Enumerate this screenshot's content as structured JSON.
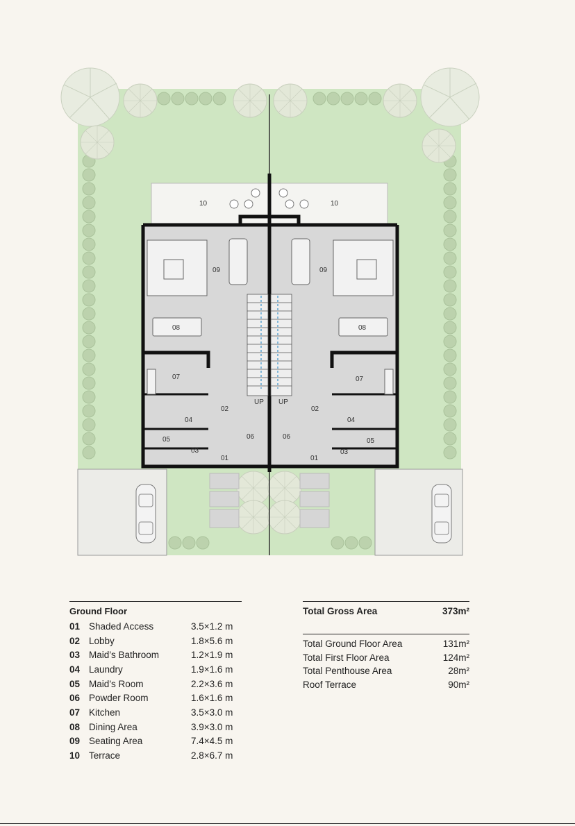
{
  "plan": {
    "room_tags": {
      "r01": "01",
      "r02": "02",
      "r03": "03",
      "r04": "04",
      "r05": "05",
      "r06": "06",
      "r07": "07",
      "r08": "08",
      "r09": "09",
      "r10": "10",
      "stair_up": "UP"
    },
    "colors": {
      "lawn": "#cfe6c2",
      "shrub": "#bcd2ad",
      "tree": "#e6ecdc",
      "floor": "#d8d8d8",
      "wall": "#111111",
      "terrace": "#f4f4f1",
      "paving": "#d6d6d6",
      "stair_highlight": "#7fb6d8"
    }
  },
  "schedule": {
    "title": "Ground Floor",
    "rows": [
      {
        "num": "01",
        "name": "Shaded Access",
        "dim": "3.5×1.2 m"
      },
      {
        "num": "02",
        "name": "Lobby",
        "dim": "1.8×5.6 m"
      },
      {
        "num": "03",
        "name": "Maid’s Bathroom",
        "dim": "1.2×1.9 m"
      },
      {
        "num": "04",
        "name": "Laundry",
        "dim": "1.9×1.6 m"
      },
      {
        "num": "05",
        "name": "Maid’s Room",
        "dim": "2.2×3.6 m"
      },
      {
        "num": "06",
        "name": "Powder Room",
        "dim": "1.6×1.6 m"
      },
      {
        "num": "07",
        "name": "Kitchen",
        "dim": "3.5×3.0 m"
      },
      {
        "num": "08",
        "name": "Dining Area",
        "dim": "3.9×3.0 m"
      },
      {
        "num": "09",
        "name": "Seating Area",
        "dim": "7.4×4.5 m"
      },
      {
        "num": "10",
        "name": "Terrace",
        "dim": "2.8×6.7 m"
      }
    ]
  },
  "areas": {
    "total_label": "Total Gross Area",
    "total_value": "373m²",
    "rows": [
      {
        "label": "Total Ground Floor Area",
        "value": "131m²"
      },
      {
        "label": "Total First Floor Area",
        "value": "124m²"
      },
      {
        "label": "Total Penthouse Area",
        "value": "28m²"
      },
      {
        "label": "Roof Terrace",
        "value": "90m²"
      }
    ]
  }
}
